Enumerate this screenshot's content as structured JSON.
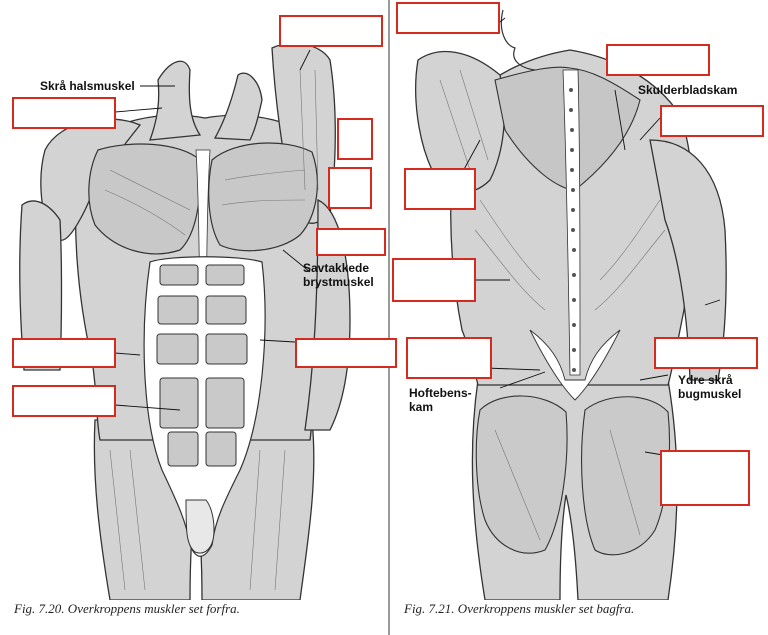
{
  "labels": {
    "skra_halsmuskel": "Skrå halsmuskel",
    "savtakkede": "Savtakkede\nbrystmuskel",
    "skulderbladskam": "Skulderbladskam",
    "hoftebenskam": "Hoftebens-\nkam",
    "ydre_skra_bugmuskel": "Ydre skrå\nbugmuskel"
  },
  "captions": {
    "front": "Fig. 7.20. Overkroppens muskler set forfra.",
    "back": "Fig. 7.21. Overkroppens muskler set bagfra."
  },
  "colors": {
    "answer_box_border": "#d62a1f",
    "muscle_fill": "#cfcfcf",
    "outline": "#333333"
  }
}
